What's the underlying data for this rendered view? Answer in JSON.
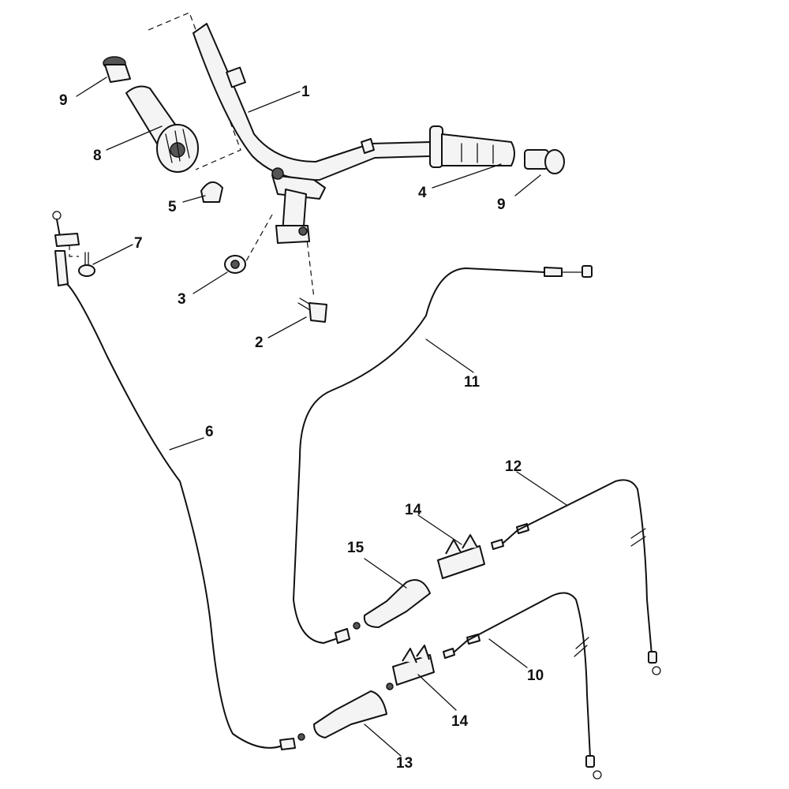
{
  "callouts": {
    "c1": "1",
    "c2": "2",
    "c3": "3",
    "c4": "4",
    "c5": "5",
    "c6": "6",
    "c7": "7",
    "c8": "8",
    "c9a": "9",
    "c9b": "9",
    "c10": "10",
    "c11": "11",
    "c12": "12",
    "c13": "13",
    "c14a": "14",
    "c14b": "14",
    "c15": "15"
  }
}
